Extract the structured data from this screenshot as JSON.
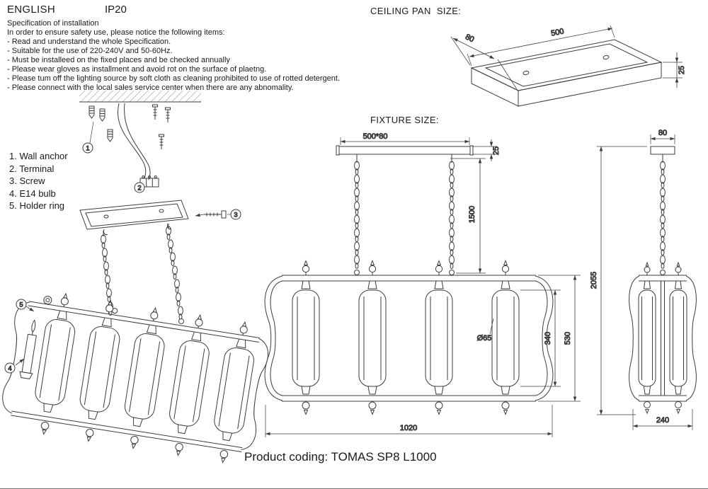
{
  "header": {
    "language": "ENGLISH",
    "ip_rating": "IP20"
  },
  "spec": {
    "title": "Specification of installation",
    "intro": "In order to ensure safety use, please notice the following items:",
    "items": [
      "- Read and understand the whole Specification.",
      "- Suitable for the use of 220-240V and 50-60Hz.",
      "- Must be installeed on the fixed places and be checked annually",
      "- Please wear gloves as installment and avoid rot on the surface of plaetng.",
      "- Please tum off the lighting source by soft cloth as cleaning prohibited to use of rotted detergent.",
      "- Please connect with the local sales service center when there are any abnomality."
    ]
  },
  "parts": [
    "1. Wall anchor",
    "2. Terminal",
    "3. Screw",
    "4. E14 bulb",
    "5. Holder ring"
  ],
  "callouts": {
    "n1": "1",
    "n2": "2",
    "n3": "3",
    "n4": "4",
    "n5": "5"
  },
  "ceiling_pan": {
    "title": "CEILING PAN  SIZE:",
    "length": "500",
    "width": "80",
    "thickness": "25"
  },
  "fixture": {
    "title": "FIXTURE SIZE:",
    "canopy": "500*80",
    "canopy_thickness": "25",
    "chain_length": "1500",
    "shade_diameter": "Ø65",
    "shade_height": "340",
    "body_height": "530",
    "overall_width": "1020",
    "overall_height": "2055",
    "side_canopy_width": "80",
    "side_depth": "240"
  },
  "footer": {
    "product_coding": "Product coding: TOMAS SP8 L1000"
  }
}
